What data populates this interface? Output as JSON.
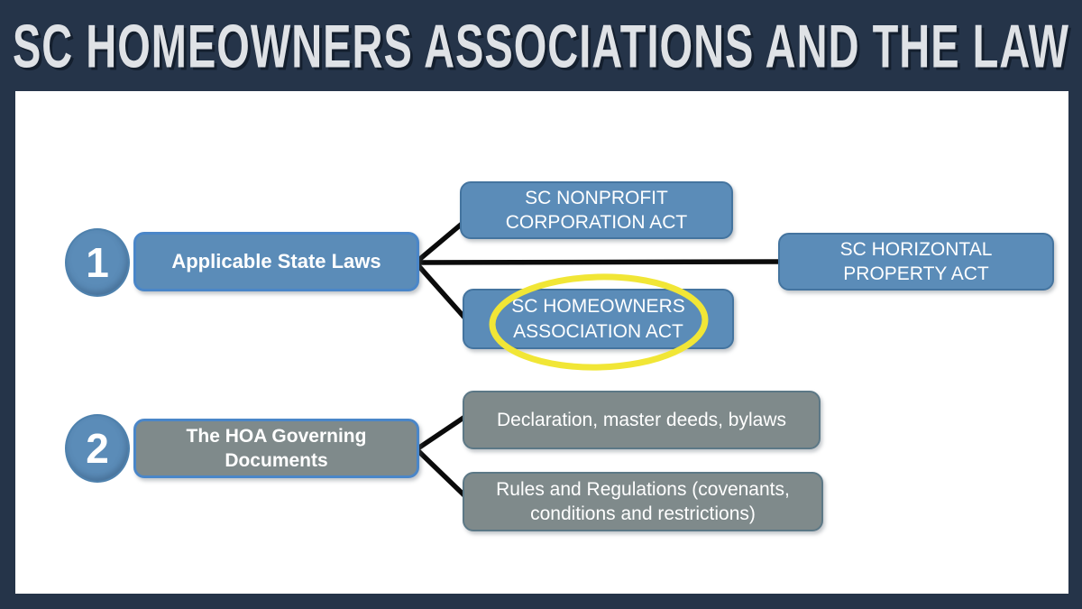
{
  "title": "SC HOMEOWNERS ASSOCIATIONS AND THE LAW",
  "colors": {
    "frame_navy": "#253449",
    "title_text": "#dfe2e6",
    "node_blue": "#5b8cb8",
    "blue_border": "#44749f",
    "accent_blue_border": "#4a86c8",
    "node_gray": "#7f8a8b",
    "gray_border": "#5c7886",
    "connector_black": "#0b0b0b",
    "highlight_yellow": "#f1e636",
    "content_white": "#ffffff"
  },
  "diagram": {
    "row1": {
      "number": "1",
      "parent": "Applicable State Laws",
      "child_top": "SC NONPROFIT CORPORATION ACT",
      "child_right": "SC HORIZONTAL PROPERTY ACT",
      "child_bottom": "SC HOMEOWNERS ASSOCIATION ACT",
      "highlighted_child": "SC HOMEOWNERS ASSOCIATION ACT"
    },
    "row2": {
      "number": "2",
      "parent": "The HOA Governing Documents",
      "child_top": "Declaration, master deeds, bylaws",
      "child_bottom": "Rules and Regulations (covenants, conditions and restrictions)"
    }
  }
}
